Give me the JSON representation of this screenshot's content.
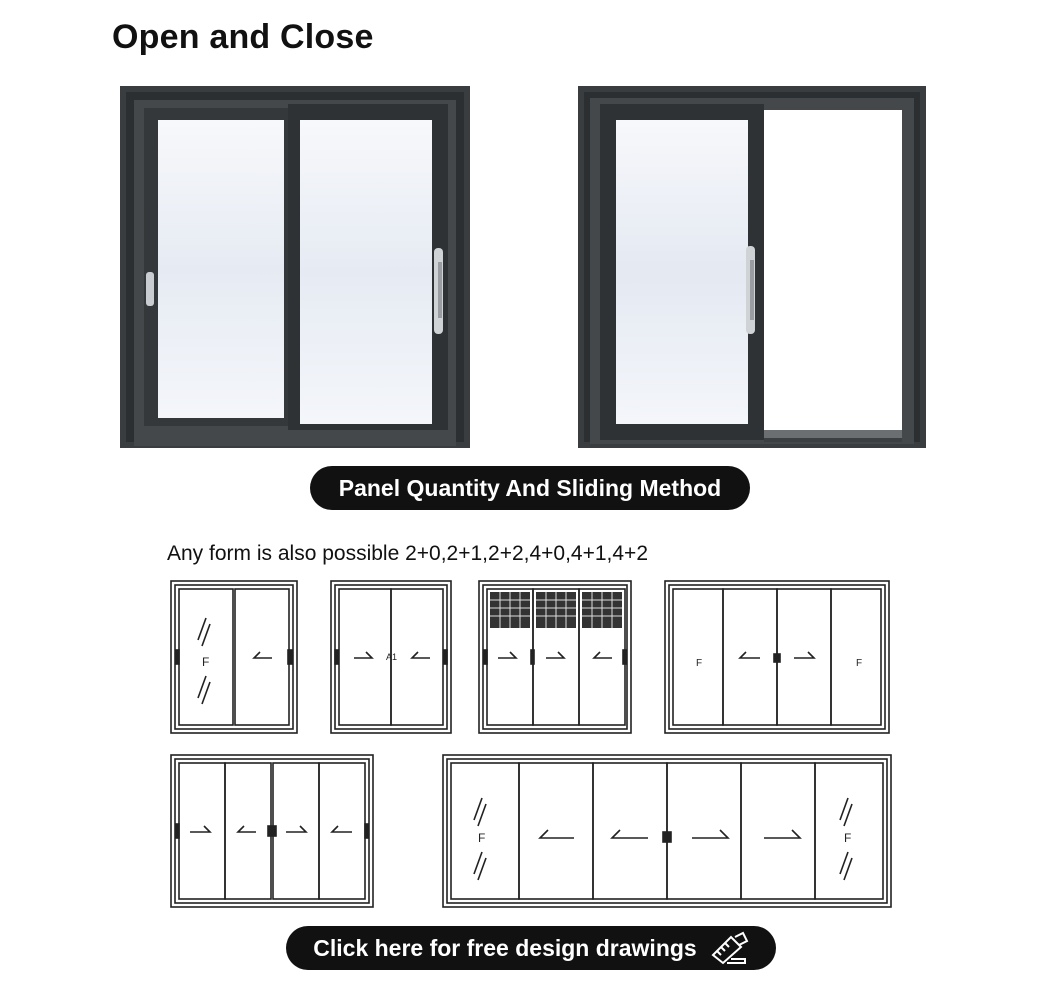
{
  "header": {
    "title": "Open and Close"
  },
  "photos": [
    {
      "name": "sliding-door-closed",
      "state": "closed"
    },
    {
      "name": "sliding-door-open",
      "state": "open"
    }
  ],
  "section_pill": {
    "label": "Panel Quantity And Sliding Method"
  },
  "configurations": {
    "note": "Any form is also possible 2+0,2+1,2+2,4+0,4+1,4+2",
    "fixed_label": "F",
    "center_label_2panel": "A1"
  },
  "cta": {
    "label": "Click here for free design drawings",
    "icon": "drawing-tools-icon"
  },
  "colors": {
    "frame": "#3a3d40",
    "pill": "#111111",
    "glass": "#eef2f7"
  }
}
